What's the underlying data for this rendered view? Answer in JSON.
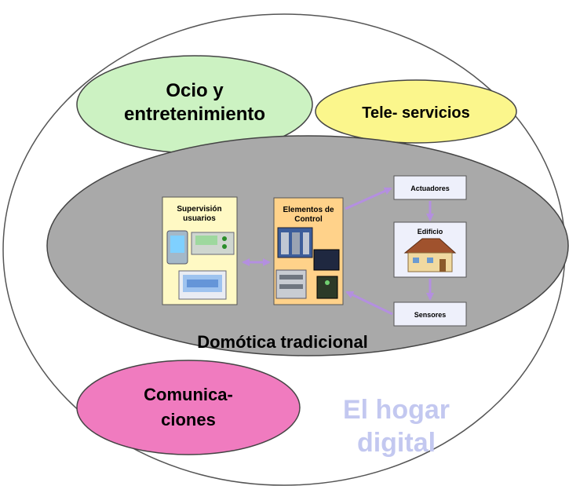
{
  "outer": {
    "title_line1": "El hogar",
    "title_line2": "digital"
  },
  "leisure": {
    "line1": "Ocio y",
    "line2": "entretenimiento"
  },
  "teleservices": {
    "label": "Tele- servicios"
  },
  "communications": {
    "line1": "Comunica-",
    "line2": "ciones"
  },
  "domotics": {
    "title": "Domótica tradicional",
    "supervision": {
      "line1": "Supervisión",
      "line2": "usuarios"
    },
    "control": {
      "line1": "Elementos de",
      "line2": "Control"
    },
    "actuators": "Actuadores",
    "building": "Edificio",
    "sensors": "Sensores"
  },
  "colors": {
    "leisure": "#ccf2c2",
    "teleservices": "#fbf68c",
    "communications": "#f07bbf",
    "domotics": "#a9a9a9",
    "hogar_text": "#c3c8f0",
    "arrows": "#b48fe0",
    "node_fill": "#eef0fb",
    "panel_yellow": "#fff9c4",
    "panel_orange": "#ffd28a"
  }
}
